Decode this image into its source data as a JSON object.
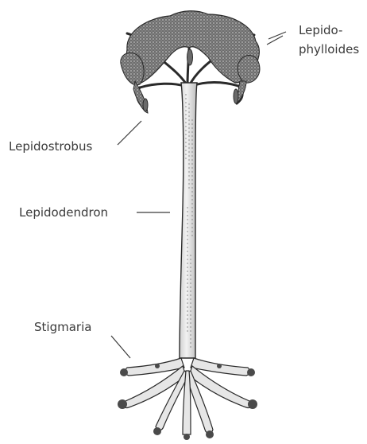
{
  "labels": {
    "lepidophylloides_line1": "Lepido-",
    "lepidophylloides_line2": "phylloides",
    "lepidostrobus": "Lepidostrobus",
    "lepidodendron": "Lepidodendron",
    "stigmaria": "Stigmaria"
  },
  "colors": {
    "ink": "#2a2a2a",
    "trunk_fill": "#e9e9e9",
    "foliage": "#3b3b3b",
    "label": "#3a3a3a"
  }
}
